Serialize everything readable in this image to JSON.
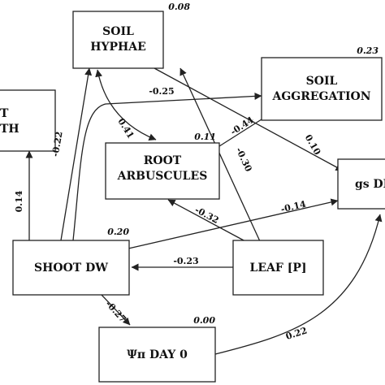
{
  "nodes": {
    "soil_hyphae": {
      "lines": [
        "SOIL",
        "HYPHAE"
      ],
      "r2": "0.08"
    },
    "soil_aggregation": {
      "lines": [
        "SOIL",
        "AGGREGATION"
      ],
      "r2": "0.23"
    },
    "root_growth": {
      "lines": [
        "T",
        "TH"
      ],
      "r2": ""
    },
    "root_arbuscules": {
      "lines": [
        "ROOT",
        "ARBUSCULES"
      ],
      "r2": "0.11"
    },
    "gs_dr": {
      "lines": [
        "gs DR"
      ],
      "r2": ""
    },
    "shoot_dw": {
      "lines": [
        "SHOOT DW"
      ],
      "r2": "0.20"
    },
    "leaf_p": {
      "lines": [
        "LEAF [P]"
      ],
      "r2": ""
    },
    "psi_pi_day0": {
      "lines": [
        "Ψπ DAY 0"
      ],
      "r2": "0.00"
    }
  },
  "edges": {
    "shoot_to_growth": "0.14",
    "shoot_to_hyphae": "-0.22",
    "shoot_to_aggregation": "-0.25",
    "hyphae_arbuscules": "0.41",
    "arbuscules_to_aggregation": "-0.44",
    "hyphae_to_gs": "0.10",
    "leaf_to_hyphae": "-0.30",
    "leaf_to_arbuscules": "-0.32",
    "shoot_to_gs": "-0.14",
    "leaf_to_shoot": "-0.23",
    "shoot_to_psi": "-0.27",
    "psi_to_gs": "0.22"
  }
}
